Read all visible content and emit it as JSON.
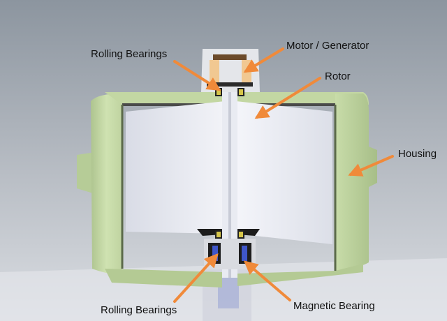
{
  "labels": {
    "rolling_bearings_top": "Rolling Bearings",
    "motor_generator": "Motor / Generator",
    "rotor": "Rotor",
    "housing": "Housing",
    "rolling_bearings_bottom": "Rolling Bearings",
    "magnetic_bearing": "Magnetic Bearing"
  },
  "colors": {
    "arrow": "#f08a3a",
    "housing": "#c8dca8",
    "rotor": "#eef0f6",
    "background_top": "#8f97a1",
    "background_bottom": "#d8dbe0"
  }
}
